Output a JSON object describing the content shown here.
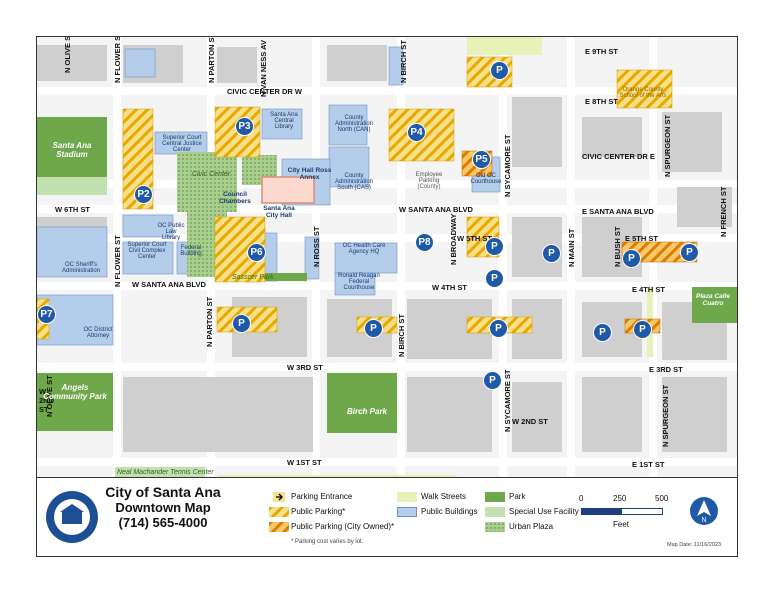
{
  "legend": {
    "city": "City of Santa Ana",
    "subtitle": "Downtown Map",
    "phone": "(714) 565-4000",
    "items": {
      "parking_entrance": "Parking Entrance",
      "public_parking": "Public Parking*",
      "public_parking_city": "Public Parking (City Owned)*",
      "walk_streets": "Walk Streets",
      "public_buildings": "Public Buildings",
      "park": "Park",
      "special_use": "Special Use Facility",
      "urban_plaza": "Urban Plaza"
    },
    "footnote": "* Parking cost varies by lot.",
    "scale": {
      "labels": [
        "0",
        "250",
        "500"
      ],
      "unit": "Feet"
    },
    "map_date": "Map Date: 11/16/2023"
  },
  "streets": {
    "e9th": "E 9TH ST",
    "e8th": "E 8TH ST",
    "civic_dr_w": "CIVIC CENTER DR W",
    "civic_dr_e": "CIVIC CENTER DR E",
    "w6th": "W 6TH ST",
    "w_santa_ana": "W SANTA ANA BLVD",
    "e_santa_ana": "E SANTA ANA BLVD",
    "w5th": "W 5TH ST",
    "e5th": "E 5TH ST",
    "w4th": "W 4TH ST",
    "e4th": "E 4TH ST",
    "w3rd": "W 3RD ST",
    "e3rd": "E 3RD ST",
    "w2nd": "W 2ND ST",
    "w2nd_b": "W 2ND ST",
    "w1st": "W 1ST ST",
    "e1st": "E 1ST ST",
    "n_olive": "N OLIVE ST",
    "n_olive_b": "N OLIVE ST",
    "n_flower": "N FLOWER ST",
    "n_flower_b": "N FLOWER ST",
    "n_parton": "N PARTON ST",
    "n_parton_b": "N PARTON ST",
    "n_van_ness": "N VAN NESS AV",
    "n_ross": "N ROSS ST",
    "n_birch": "N BIRCH ST",
    "n_birch_b": "N BIRCH ST",
    "n_broadway": "N BROADWAY",
    "n_sycamore": "N SYCAMORE ST",
    "n_sycamore_b": "N SYCAMORE ST",
    "n_main": "N MAIN ST",
    "n_bush": "N BUSH ST",
    "n_spurgeon": "N SPURGEON ST",
    "n_spurgeon_b": "N SPURGEON ST",
    "n_french": "N FRENCH ST"
  },
  "places": {
    "stadium": "Santa Ana Stadium",
    "civic_center": "Civic Center",
    "council": "Council Chambers",
    "city_hall": "Santa Ana City Hall",
    "ross_annex": "City Hall Ross Annex",
    "library": "Santa Ana Central Library",
    "superior_court": "Superior Court Central Justice Center",
    "oc_library": "OC Public Law Library",
    "sheriff": "OC Sheriff's Administration",
    "federal_bldg": "Federal Building",
    "civil_complex": "Superior Court Civil Complex Center",
    "can": "County Administration North (CAN)",
    "cas": "County Administration South (CAS)",
    "old_courthouse": "Old OC Courthouse",
    "reagan": "Ronald Reagan Federal Courthouse",
    "health": "OC Health Care Agency HQ",
    "angels": "Angels Community Park",
    "birch_park": "Birch Park",
    "sasscer": "Sasscer Park",
    "plaza": "Plaza Calle Cuatro",
    "tennis": "Neal Machander Tennis Center",
    "district_attorney": "OC District Attorney",
    "employee_parking": "Employee Parking (County)",
    "orange_school": "Orange County School of the Arts"
  },
  "parking": [
    "P",
    "P2",
    "P3",
    "P4",
    "P5",
    "P6",
    "P7",
    "P8"
  ]
}
